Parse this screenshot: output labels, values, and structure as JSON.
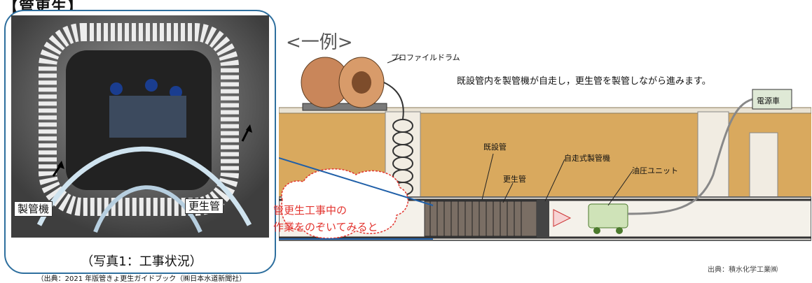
{
  "header": {
    "section_title": "【管更生】"
  },
  "photo": {
    "label_machine": "製管機",
    "label_pipe": "更生管",
    "caption": "（写真1：工事状況）",
    "source": "（出典：2021 年版管きょ更生ガイドブック（㈱日本水道新聞社）"
  },
  "diagram": {
    "example_label": "<一例>",
    "profile_drum": "プロファイルドラム",
    "description": "既設管内を製管機が自走し，更生管を製管しながら進みます。",
    "power_vehicle": "電源車",
    "existing_pipe": "既設管",
    "self_propelled_machine": "自走式製管機",
    "hydraulic_unit": "油圧ユニット",
    "renewal_pipe": "更生管",
    "callout_line1": "管更生工事中の",
    "callout_line2": "作業をのぞいてみると",
    "credit": "出典：積水化学工業㈱"
  },
  "colors": {
    "soil": "#d9a95e",
    "frame_blue": "#2e6f9e",
    "callout_red": "#e3342f"
  }
}
